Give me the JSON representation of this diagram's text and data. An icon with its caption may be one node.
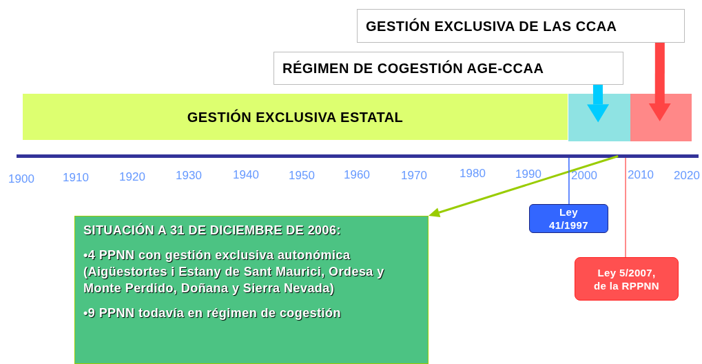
{
  "diagram": {
    "nodes": [
      {
        "text": [
          "GESTIÓN EXCLUSIVA ESTATAL"
        ]
      },
      {
        "text": [],
        "shape": "bar"
      },
      {
        "text": [],
        "shape": "bar"
      },
      {
        "text": [
          "RÉGIMEN DE COGESTIÓN AGE-CCAA"
        ]
      },
      {
        "text": [
          "GESTIÓN EXCLUSIVA DE LAS CCAA"
        ]
      },
      {
        "text": [],
        "shape": "bar"
      },
      {
        "text": [
          "Ley 41/1997"
        ]
      },
      {
        "text": [
          "Ley 5/2007, de la RPPNN"
        ]
      },
      {
        "text": [
          "SITUACIÓN A 31 DE DICIEMBRE DE 2006:",
          "•4 PPNN con gestión exclusiva autonómica (Aigüestortes i Estany de Sant Maurici, Ordesa y Monte Perdido, Doñana y Sierra Nevada)",
          "•9 PPNN todavía en régimen de cogestión"
        ]
      }
    ],
    "edges": [
      {
        "from": 3,
        "to": 1,
        "arrow": "to",
        "style": "thick",
        "color": "#00ccff"
      },
      {
        "from": 4,
        "to": 2,
        "arrow": "to",
        "style": "thick",
        "color": "#ff4444"
      },
      {
        "from": 5,
        "to": 8,
        "arrow": "to",
        "color": "#99cc00"
      },
      {
        "from": 5,
        "to": 6,
        "arrow": "none",
        "color": "#3366ff"
      },
      {
        "from": 5,
        "to": 7,
        "arrow": "none",
        "color": "#ff6666"
      }
    ],
    "labels": [
      "1900",
      "1910",
      "1920",
      "1930",
      "1940",
      "1950",
      "1960",
      "1970",
      "1980",
      "1990",
      "2000",
      "2010",
      "2020"
    ]
  }
}
